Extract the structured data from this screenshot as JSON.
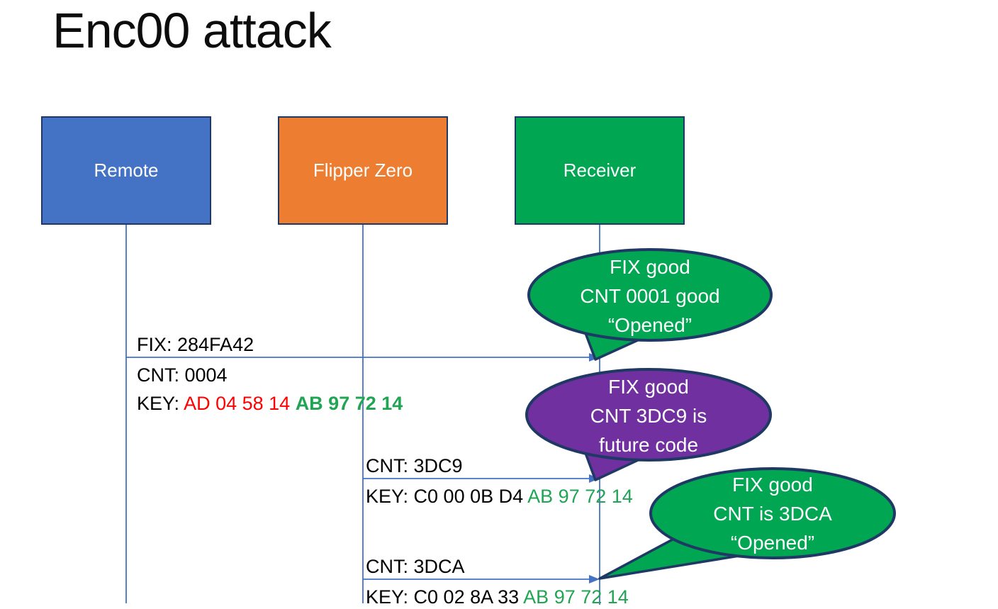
{
  "title": "Enc00 attack",
  "colors": {
    "actor_blue": "#4472C4",
    "actor_orange": "#ED7D31",
    "actor_green": "#00A651",
    "bubble_green": "#00A651",
    "bubble_purple": "#7030A0",
    "outline_navy": "#1F3864",
    "arrow_blue": "#4472C4",
    "text_black": "#000000",
    "text_red": "#FF0000",
    "text_green": "#21A453",
    "text_white": "#FFFFFF"
  },
  "actors": [
    {
      "label": "Remote",
      "fill": "#4472C4"
    },
    {
      "label": "Flipper Zero",
      "fill": "#ED7D31"
    },
    {
      "label": "Receiver",
      "fill": "#00A651"
    }
  ],
  "messages": [
    {
      "from": "Remote",
      "to": "Receiver",
      "above": "FIX: 284FA42",
      "line2": "CNT: 0004",
      "key": [
        {
          "text": "KEY: ",
          "color": "#000000"
        },
        {
          "text": "AD 04 58 14 ",
          "color": "#FF0000"
        },
        {
          "text": "AB 97 72 14",
          "color": "#21A453",
          "bold": true
        }
      ]
    },
    {
      "from": "Flipper Zero",
      "to": "Receiver",
      "above": "CNT: 3DC9",
      "key": [
        {
          "text": "KEY: C0 00 0B D4 ",
          "color": "#000000"
        },
        {
          "text": "AB 97 72 14",
          "color": "#21A453"
        }
      ]
    },
    {
      "from": "Flipper Zero",
      "to": "Receiver",
      "above": "CNT: 3DCA",
      "key": [
        {
          "text": "KEY: C0 02 8A 33 ",
          "color": "#000000"
        },
        {
          "text": "AB 97 72 14",
          "color": "#21A453"
        }
      ]
    }
  ],
  "bubbles": [
    {
      "lines": [
        "FIX good",
        "CNT 0001 good",
        "“Opened”"
      ],
      "fill": "#00A651"
    },
    {
      "lines": [
        "FIX good",
        "CNT 3DC9 is",
        "future code"
      ],
      "fill": "#7030A0"
    },
    {
      "lines": [
        "FIX good",
        "CNT is 3DCA",
        "“Opened”"
      ],
      "fill": "#00A651"
    }
  ]
}
